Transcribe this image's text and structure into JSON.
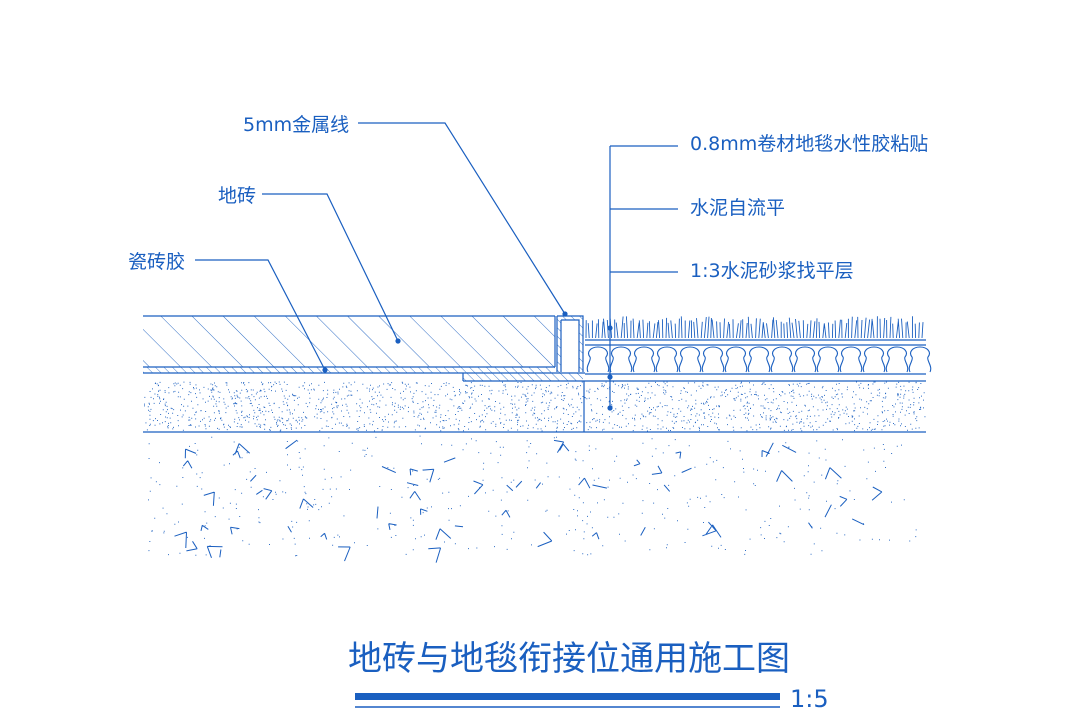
{
  "labels": {
    "metal_strip": "5mm金属线",
    "floor_tile": "地砖",
    "tile_adhesive": "瓷砖胶",
    "carpet_glue": "0.8mm卷材地毯水性胶粘贴",
    "self_leveling": "水泥自流平",
    "mortar_leveling": "1:3水泥砂浆找平层"
  },
  "title": "地砖与地毯衔接位通用施工图",
  "scale": "1:5",
  "colors": {
    "line": "#1a5fc0"
  }
}
